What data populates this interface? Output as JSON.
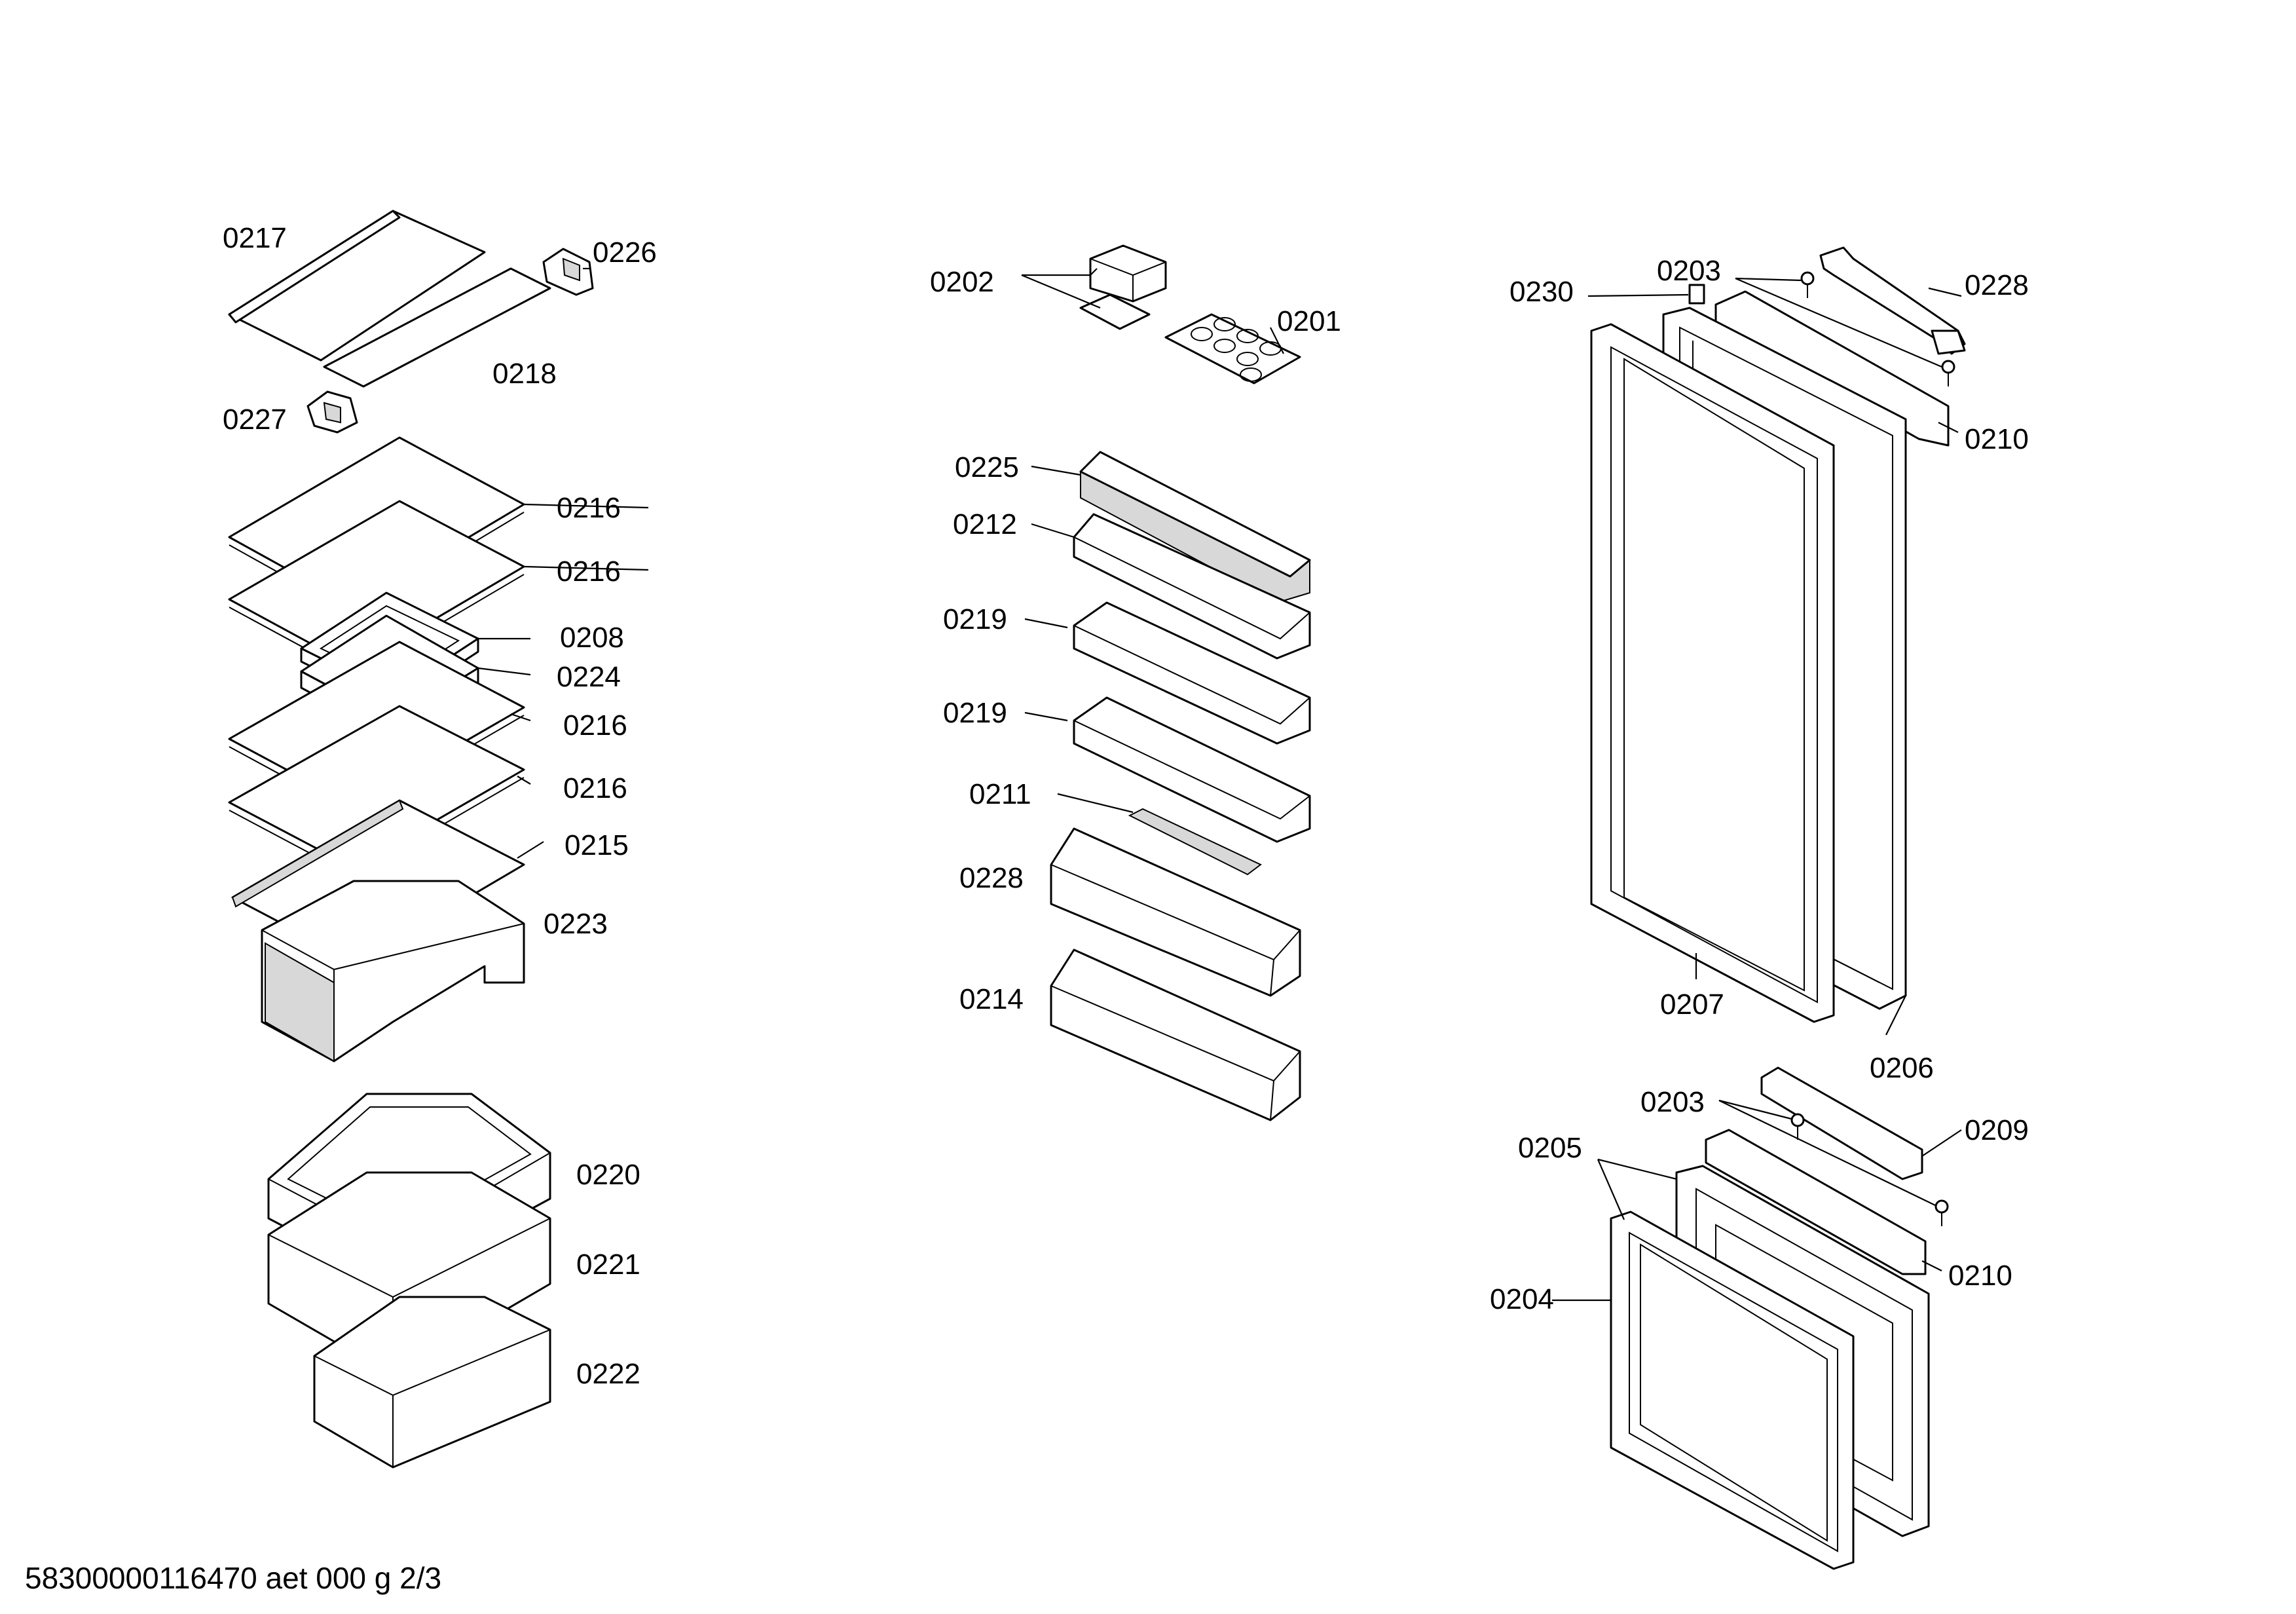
{
  "labels": {
    "l0217": "0217",
    "l0226": "0226",
    "l0218": "0218",
    "l0227": "0227",
    "l0216a": "0216",
    "l0216b": "0216",
    "l0208": "0208",
    "l0224": "0224",
    "l0216c": "0216",
    "l0216d": "0216",
    "l0215": "0215",
    "l0223": "0223",
    "l0220": "0220",
    "l0221": "0221",
    "l0222": "0222",
    "l0202": "0202",
    "l0201": "0201",
    "l0225": "0225",
    "l0212": "0212",
    "l0219a": "0219",
    "l0219b": "0219",
    "l0211": "0211",
    "l0228a": "0228",
    "l0214": "0214",
    "l0230": "0230",
    "l0203a": "0203",
    "l0228b": "0228",
    "l0210a": "0210",
    "l0207": "0207",
    "l0206": "0206",
    "l0203b": "0203",
    "l0209": "0209",
    "l0205": "0205",
    "l0210b": "0210",
    "l0204": "0204"
  },
  "footer": {
    "document_id": "58300000116470 aet 000 g 2/3"
  }
}
